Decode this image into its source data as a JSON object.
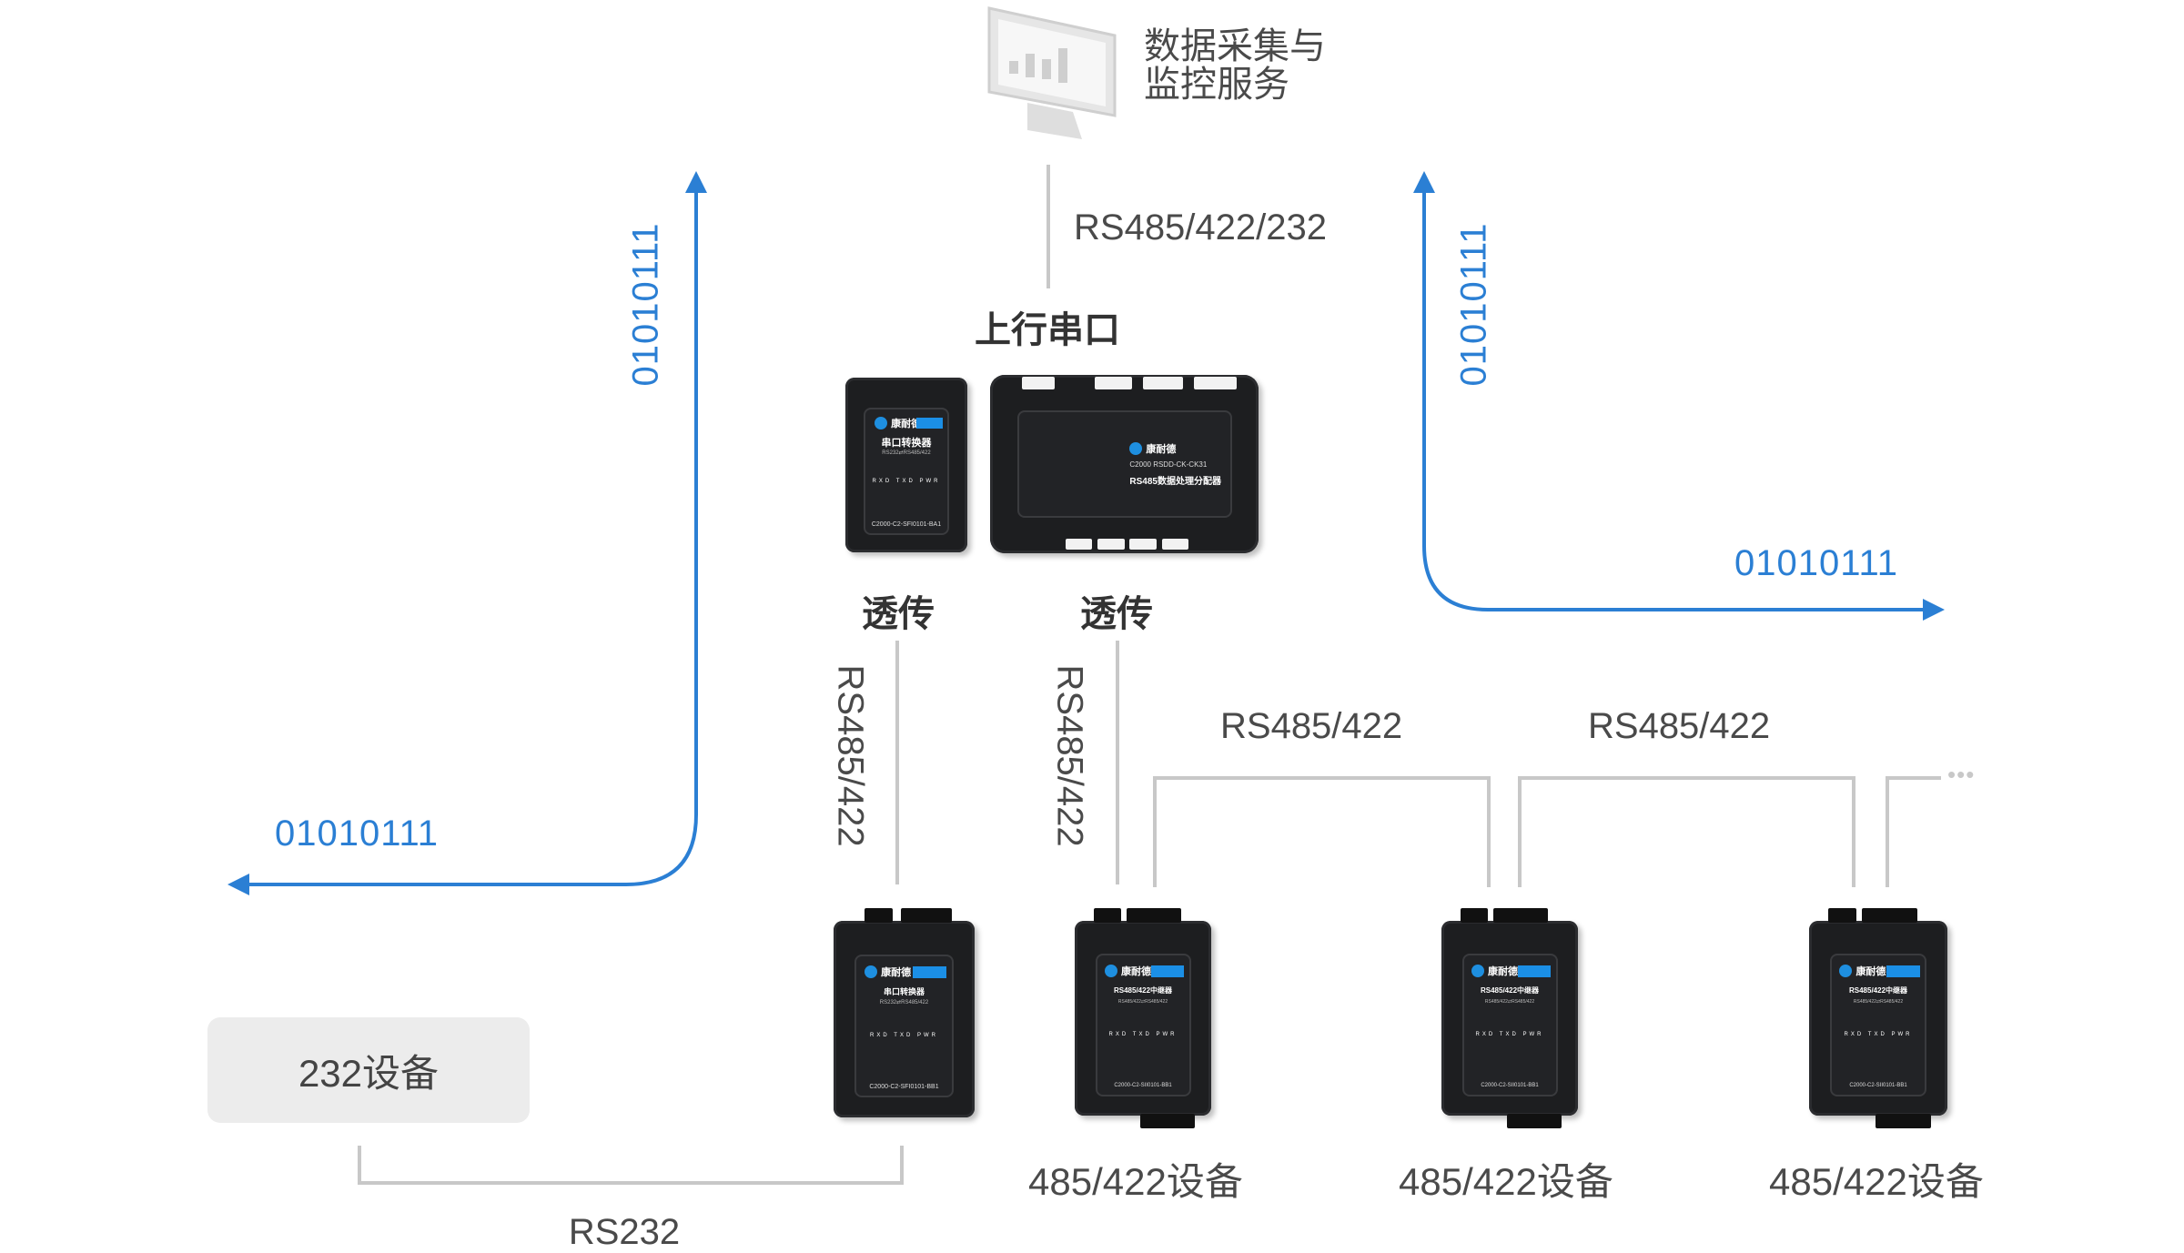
{
  "colors": {
    "data_flow": "#2b7fd4",
    "bus_line": "#c8c8c8",
    "text": "#4a4a4a",
    "device_box": "#ececec"
  },
  "monitor": {
    "icon": "monitor-chart-icon",
    "title_line1": "数据采集与",
    "title_line2": "监控服务"
  },
  "uplink": {
    "protocol": "RS485/422/232",
    "label": "上行串口"
  },
  "converter_top": {
    "brand": "康耐德",
    "name": "串口转换器",
    "sub": "RS232⇄RS485/422",
    "leds": "RXD TXD PWR",
    "model": "C2000-C2-SFI0101-BA1"
  },
  "distributor": {
    "brand": "康耐德",
    "model": "C2000 RSDD-CK-CK31",
    "name": "RS485数据处理分配器"
  },
  "passthrough": {
    "left": "透传",
    "right": "透传"
  },
  "vertical_links": {
    "left": "RS485/422",
    "right": "RS485/422"
  },
  "flows": {
    "left_vertical": "01010111",
    "left_horizontal": "01010111",
    "right_vertical": "01010111",
    "right_horizontal": "01010111"
  },
  "bus": {
    "segment1": "RS485/422",
    "segment2": "RS485/422",
    "more": "•••"
  },
  "converter_bottom": {
    "brand": "康耐德",
    "name": "串口转换器",
    "sub": "RS232⇄RS485/422",
    "leds": "RXD TXD PWR",
    "model": "C2000-C2-SFI0101-BB1"
  },
  "repeaters": [
    {
      "brand": "康耐德",
      "name": "RS485/422中继器",
      "sub": "RS485/422⇄RS485/422",
      "leds": "RXD TXD PWR",
      "model": "C2000-C2-SII0101-BB1",
      "device_label": "485/422设备"
    },
    {
      "brand": "康耐德",
      "name": "RS485/422中继器",
      "sub": "RS485/422⇄RS485/422",
      "leds": "RXD TXD PWR",
      "model": "C2000-C2-SII0101-BB1",
      "device_label": "485/422设备"
    },
    {
      "brand": "康耐德",
      "name": "RS485/422中继器",
      "sub": "RS485/422⇄RS485/422",
      "leds": "RXD TXD PWR",
      "model": "C2000-C2-SII0101-BB1",
      "device_label": "485/422设备"
    }
  ],
  "rs232_device": {
    "label": "232设备",
    "link": "RS232"
  }
}
